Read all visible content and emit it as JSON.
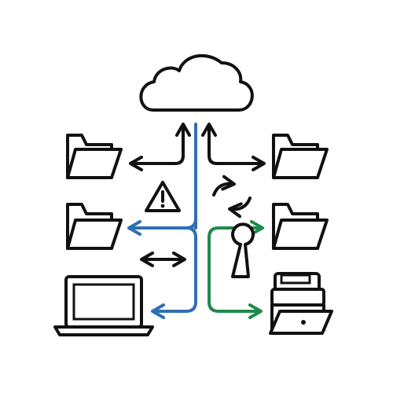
{
  "diagram": {
    "nodes": [
      {
        "id": "cloud",
        "icon": "cloud-icon"
      },
      {
        "id": "folder-left-top",
        "icon": "folder-icon"
      },
      {
        "id": "folder-left-middle",
        "icon": "folder-icon"
      },
      {
        "id": "laptop-left",
        "icon": "laptop-icon"
      },
      {
        "id": "folder-right-top",
        "icon": "folder-icon"
      },
      {
        "id": "folder-right-middle",
        "icon": "folder-icon"
      },
      {
        "id": "laptop-phone-right",
        "icon": "laptop-phone-icon"
      }
    ],
    "symbols": [
      "warning-icon",
      "sync-icon",
      "keyhole-lock-icon",
      "bidirectional-arrow-icon"
    ],
    "colors": {
      "outline": "#111111",
      "blue_flow": "#2f6fb2",
      "green_flow": "#1f8a4c",
      "icon_fill": "#ffffff"
    }
  }
}
